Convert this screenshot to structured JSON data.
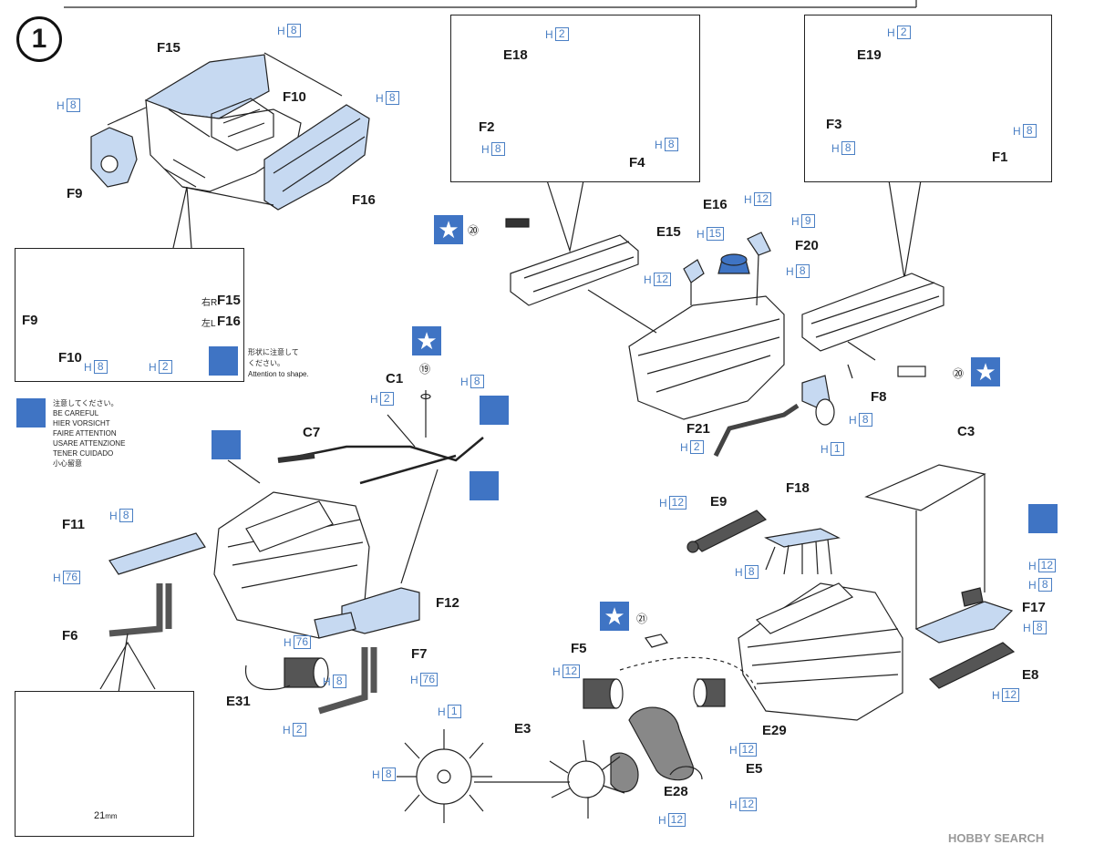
{
  "step": {
    "number": "1"
  },
  "notes": {
    "shape_jp": "形状に注意して",
    "shape_jp2": "ください。",
    "shape_en": "Attention to shape.",
    "careful_lines": [
      "注意してください。",
      "BE CAREFUL",
      "HIER VORSICHT",
      "FAIRE ATTENTION",
      "USARE ATTENZIONE",
      "TENER CUIDADO",
      "小心留意"
    ]
  },
  "dimension": {
    "value": "21",
    "unit": "mm"
  },
  "watermark": {
    "brand": "HOBBY",
    "suffix": "SEARCH"
  },
  "decals": {
    "d19": "⑲",
    "d20a": "⑳",
    "d20b": "⑳",
    "d21": "㉑"
  },
  "part_labels": {
    "F15": "F15",
    "F10": "F10",
    "F9": "F9",
    "F16": "F16",
    "inset_F15": "F15",
    "inset_F16": "F16",
    "inset_F9": "F9",
    "inset_F10": "F10",
    "right": "右R",
    "left": "左L",
    "E18": "E18",
    "F2": "F2",
    "F4": "F4",
    "E19": "E19",
    "F3": "F3",
    "F1": "F1",
    "E16": "E16",
    "E15": "E15",
    "F20": "F20",
    "F8": "F8",
    "F21": "F21",
    "C1": "C1",
    "C7": "C7",
    "F11": "F11",
    "F6": "F6",
    "F12": "F12",
    "F7": "F7",
    "E31": "E31",
    "C3": "C3",
    "E9": "E9",
    "F18": "F18",
    "F17": "F17",
    "E8": "E8",
    "F5": "F5",
    "E3": "E3",
    "E29": "E29",
    "E5": "E5",
    "E28": "E28"
  },
  "paints": {
    "p1": "8",
    "p2": "8",
    "p3": "8",
    "p4": "8",
    "p5": "2",
    "p6": "2",
    "p7": "8",
    "p8": "8",
    "p9": "2",
    "p10": "8",
    "p11": "8",
    "p12": "12",
    "p13": "15",
    "p14": "12",
    "p15": "9",
    "p16": "8",
    "p17": "8",
    "p18": "1",
    "p19": "2",
    "p20": "8",
    "p21": "2",
    "p22": "8",
    "p23": "76",
    "p24": "76",
    "p25": "8",
    "p26": "76",
    "p27": "2",
    "p28": "12",
    "p29": "8",
    "p30": "12",
    "p31": "8",
    "p32": "8",
    "p33": "12",
    "p34": "12",
    "p35": "1",
    "p36": "8",
    "p37": "12",
    "p38": "12",
    "p39": "12"
  },
  "colors": {
    "paint_ref": "#4a7fc4",
    "icon_blue": "#3f74c4",
    "part_fill": "#c6d9f1"
  }
}
